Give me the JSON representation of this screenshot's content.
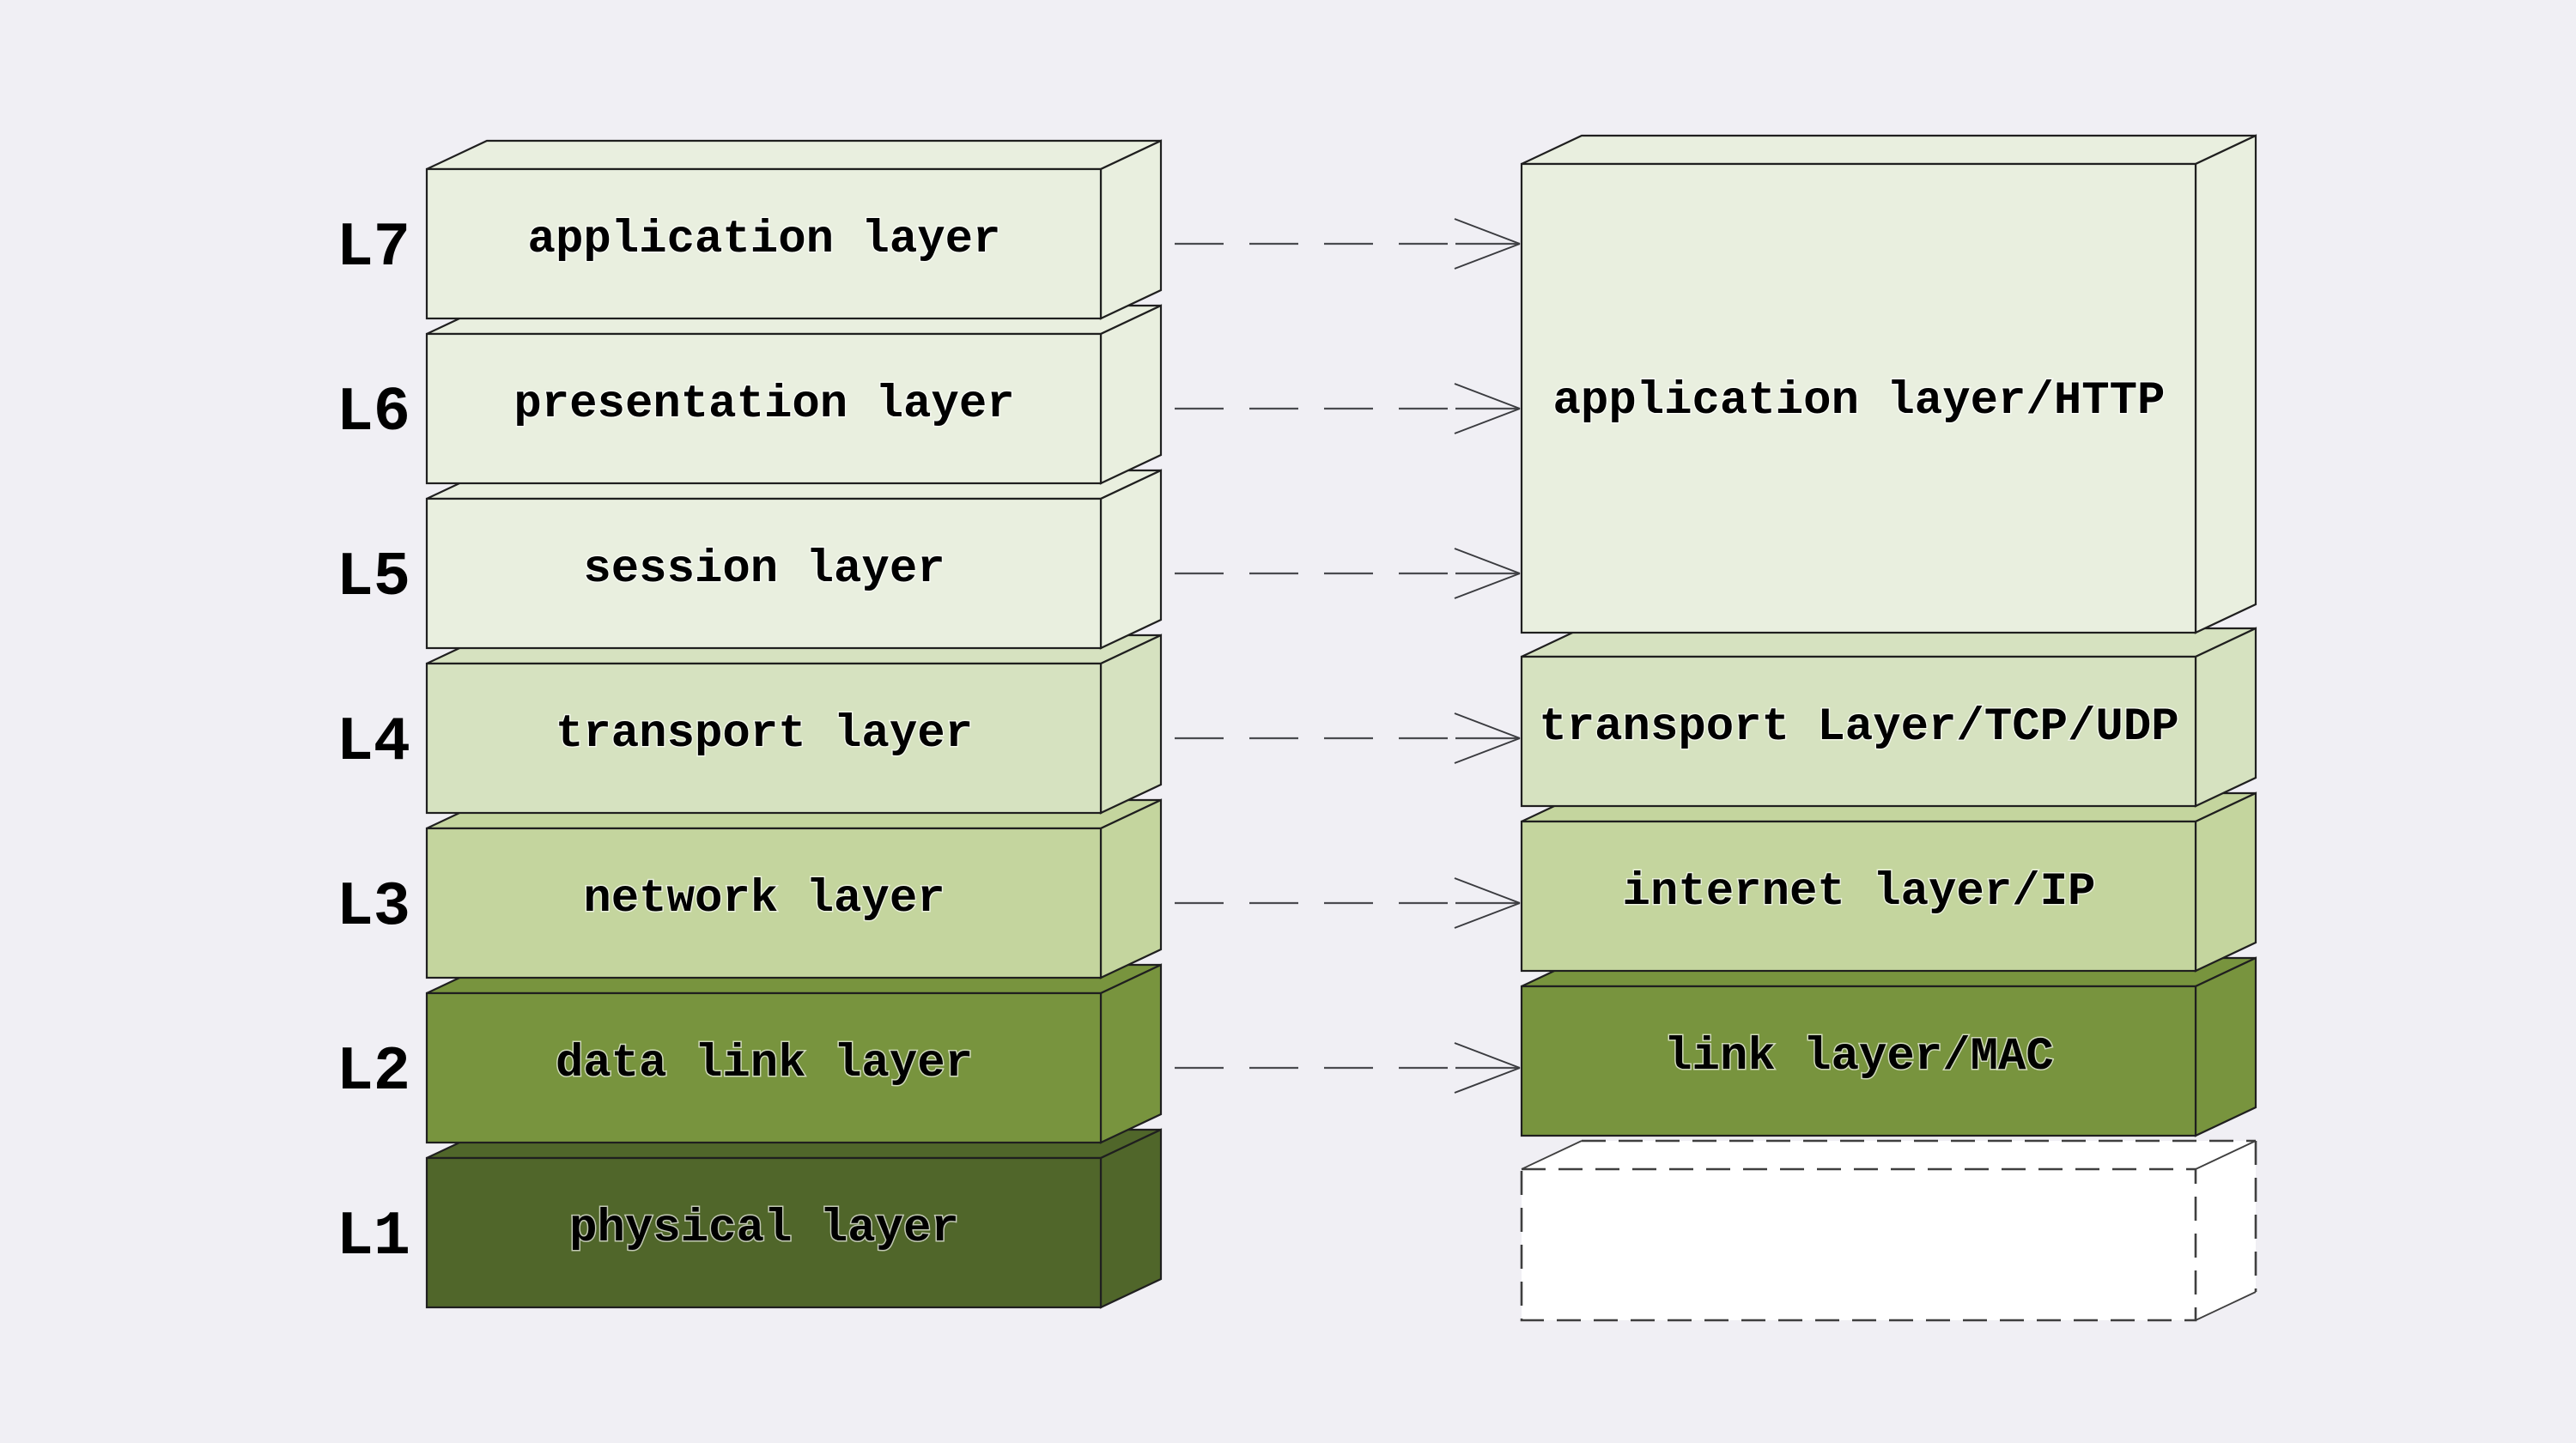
{
  "canvas": {
    "background_color": "#f0eff4",
    "box_outline_color": "#1f1f1f",
    "arrow_color": "#4a4b4f",
    "text_color": "#000000"
  },
  "osi_stack": {
    "layers": [
      {
        "rank": "L7",
        "label": "application layer",
        "color": "#e9efdf"
      },
      {
        "rank": "L6",
        "label": "presentation layer",
        "color": "#e9efdf"
      },
      {
        "rank": "L5",
        "label": "session layer",
        "color": "#e9efdf"
      },
      {
        "rank": "L4",
        "label": "transport layer",
        "color": "#d6e2c0"
      },
      {
        "rank": "L3",
        "label": "network layer",
        "color": "#c4d59e"
      },
      {
        "rank": "L2",
        "label": "data link layer",
        "color": "#78943e"
      },
      {
        "rank": "L1",
        "label": "physical layer",
        "color": "#50662a"
      }
    ]
  },
  "tcpip_stack": {
    "layers": [
      {
        "label": "application layer/HTTP",
        "color": "#e9efdf",
        "border_style": "solid"
      },
      {
        "label": "transport Layer/TCP/UDP",
        "color": "#d6e2c0",
        "border_style": "solid"
      },
      {
        "label": "internet layer/IP",
        "color": "#c4d59e",
        "border_style": "solid"
      },
      {
        "label": "link layer/MAC",
        "color": "#78943e",
        "border_style": "solid"
      },
      {
        "label": "",
        "color": "#ffffff",
        "border_style": "dashed"
      }
    ]
  },
  "arrows": {
    "style": "dashed-open-head",
    "color": "#4a4b4f",
    "connections": [
      {
        "from": "L7",
        "to": "application layer/HTTP"
      },
      {
        "from": "L6",
        "to": "application layer/HTTP"
      },
      {
        "from": "L5",
        "to": "application layer/HTTP"
      },
      {
        "from": "L4",
        "to": "transport Layer/TCP/UDP"
      },
      {
        "from": "L3",
        "to": "internet layer/IP"
      },
      {
        "from": "L2",
        "to": "link layer/MAC"
      }
    ]
  }
}
